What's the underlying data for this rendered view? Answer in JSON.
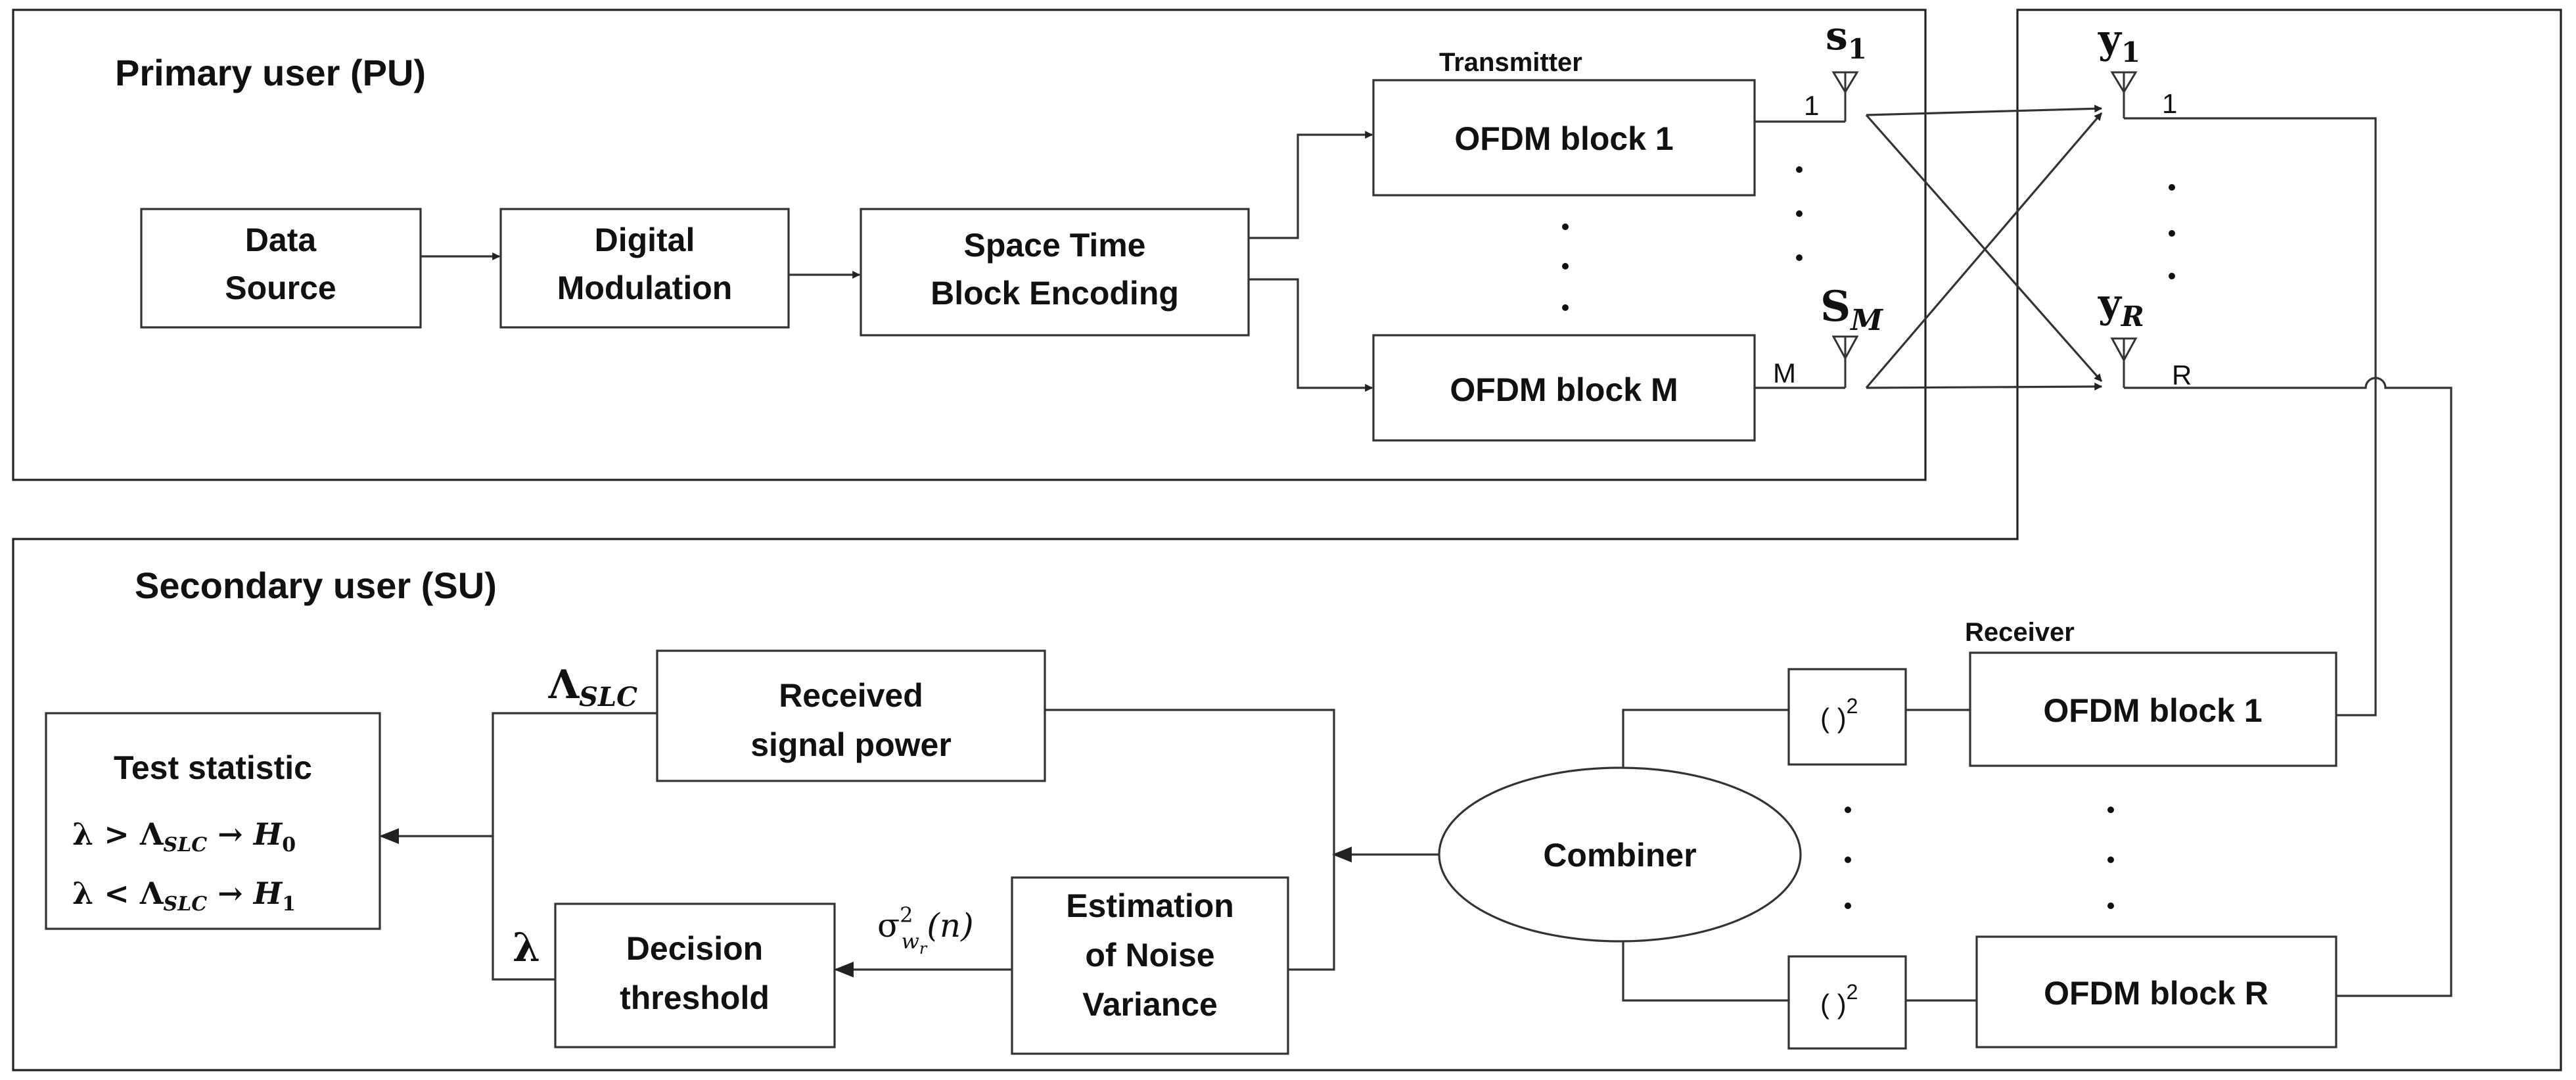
{
  "pu": {
    "title": "Primary user (PU)",
    "data_source": [
      "Data",
      "Source"
    ],
    "digital_modulation": [
      "Digital",
      "Modulation"
    ],
    "stbc": [
      "Space Time",
      "Block Encoding"
    ],
    "transmitter_label": "Transmitter",
    "ofdm_block_1": "OFDM block 1",
    "ofdm_block_m": "OFDM block M",
    "port_1": "1",
    "port_m": "M",
    "tx_antenna_1": {
      "base": "s",
      "sub": "1"
    },
    "tx_antenna_m": {
      "base": "S",
      "sub": "M"
    }
  },
  "channel": {
    "rx_antenna_1": {
      "base": "y",
      "sub": "1"
    },
    "rx_antenna_r": {
      "base": "y",
      "sub": "R"
    },
    "port_1": "1",
    "port_r": "R"
  },
  "su": {
    "title": "Secondary user (SU)",
    "receiver_label": "Receiver",
    "ofdm_block_1": "OFDM block 1",
    "ofdm_block_r": "OFDM block R",
    "square_op": "( )",
    "square_exp": "2",
    "combiner": "Combiner",
    "received_power": [
      "Received",
      "signal power"
    ],
    "noise_estimation": [
      "Estimation",
      "of Noise",
      "Variance"
    ],
    "decision_threshold": [
      "Decision",
      "threshold"
    ],
    "test_statistic": {
      "title": "Test statistic",
      "rule_h0": {
        "lhs": "λ > Λ",
        "sub": "SLC",
        "rhs": " → H",
        "hsub": "0"
      },
      "rule_h1": {
        "lhs": "λ < Λ",
        "sub": "SLC",
        "rhs": " → H",
        "hsub": "1"
      }
    },
    "lambda_slc": {
      "base": "Λ",
      "sub": "SLC"
    },
    "lambda": "λ",
    "noise_var": {
      "base": "σ",
      "sup": "2",
      "sub": "w",
      "subsub": "r",
      "arg": "(n)"
    }
  }
}
